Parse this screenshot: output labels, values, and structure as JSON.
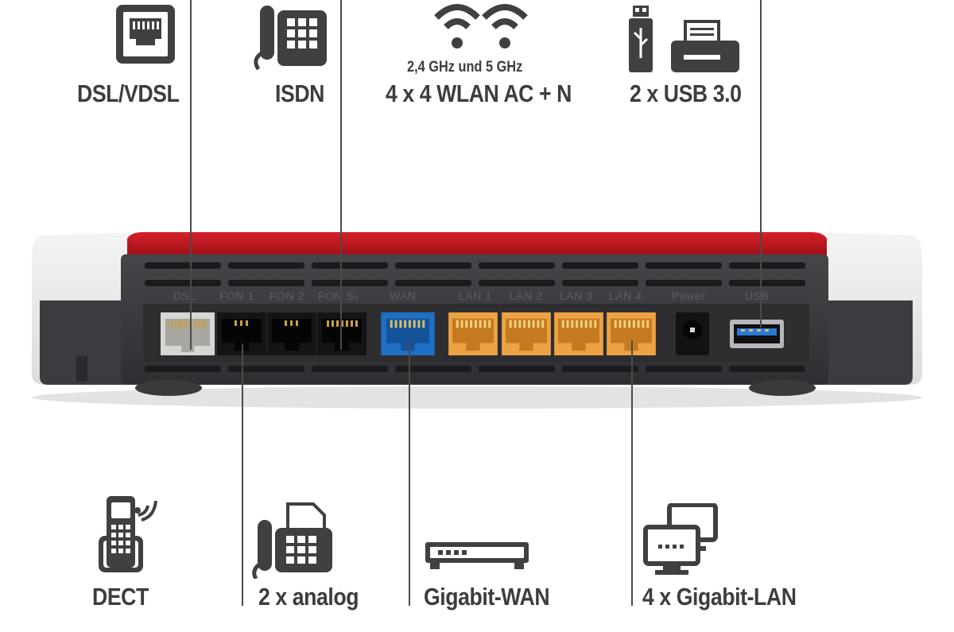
{
  "top_features": {
    "dsl": {
      "label": "DSL/VDSL",
      "icon": "ethernet-jack-icon"
    },
    "isdn": {
      "label": "ISDN",
      "icon": "desk-phone-icon"
    },
    "wlan": {
      "sub": "2,4 GHz und 5 GHz",
      "label": "4 x 4 WLAN AC + N",
      "icon": "wifi-icon"
    },
    "usb": {
      "label": "2 x USB 3.0",
      "icon": "usb-stick-printer-icon"
    }
  },
  "bottom_features": {
    "dect": {
      "label": "DECT",
      "icon": "dect-handset-icon"
    },
    "analog": {
      "label": "2 x analog",
      "icon": "phone-fax-icon"
    },
    "wan": {
      "label": "Gigabit-WAN",
      "icon": "modem-box-icon"
    },
    "lan": {
      "label": "4 x Gigabit-LAN",
      "icon": "computers-icon"
    }
  },
  "ports": {
    "dsl": "DSL",
    "fon1": "FON 1",
    "fon2": "FON 2",
    "fons0": "FON S₀",
    "wan": "WAN",
    "lan1": "LAN 1",
    "lan2": "LAN 2",
    "lan3": "LAN 3",
    "lan4": "LAN 4",
    "power": "Power",
    "usb": "USB"
  },
  "colors": {
    "accent_red": "#b4141c",
    "wan_blue": "#1f6fc4",
    "lan_orange": "#e8962f",
    "usb_blue": "#2a78d8",
    "body_dark": "#3b3b3f"
  }
}
